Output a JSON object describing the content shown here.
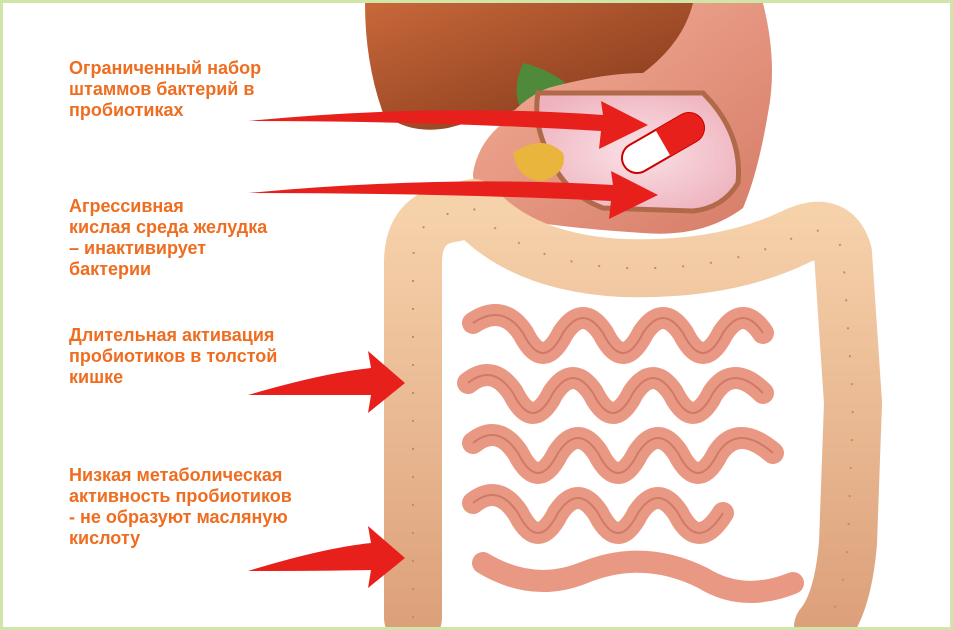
{
  "figure": {
    "colors": {
      "label_text": "#ef6d20",
      "arrow": "#e8201c",
      "frame_border": "#cfe6a8",
      "intestine": "#f2a48d",
      "colon": "#f0c398",
      "liver": "#a8552c",
      "stomach_inner": "#f6c7cf"
    },
    "annotations": [
      {
        "text": "Ограниченный набор\nштаммов бактерий в\nпробиотиках",
        "icon": "capsule-icon"
      },
      {
        "text": "Агрессивная\nкислая среда желудка\n– инактивирует\nбактерии"
      },
      {
        "text": "Длительная активация\nпробиотиков в толстой\nкишке"
      },
      {
        "text": "Низкая метаболическая\nактивность пробиотиков\n- не образуют масляную\nкислоту"
      }
    ]
  }
}
